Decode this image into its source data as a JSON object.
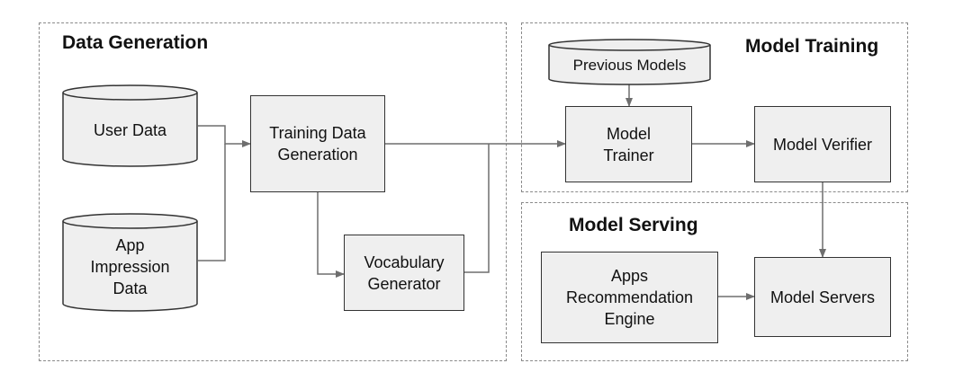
{
  "sections": {
    "data_generation": "Data Generation",
    "model_training": "Model Training",
    "model_serving": "Model Serving"
  },
  "nodes": {
    "user_data": "User Data",
    "app_impression_data": "App\nImpression\nData",
    "training_data_generation": "Training Data\nGeneration",
    "vocabulary_generator": "Vocabulary\nGenerator",
    "previous_models": "Previous Models",
    "model_trainer": "Model\nTrainer",
    "model_verifier": "Model Verifier",
    "apps_recommendation_engine": "Apps\nRecommendation\nEngine",
    "model_servers": "Model Servers"
  },
  "colors": {
    "box_fill": "#efefef",
    "box_border": "#333333",
    "arrow": "#6e6e6e",
    "panel_border": "#8a8a8a"
  }
}
